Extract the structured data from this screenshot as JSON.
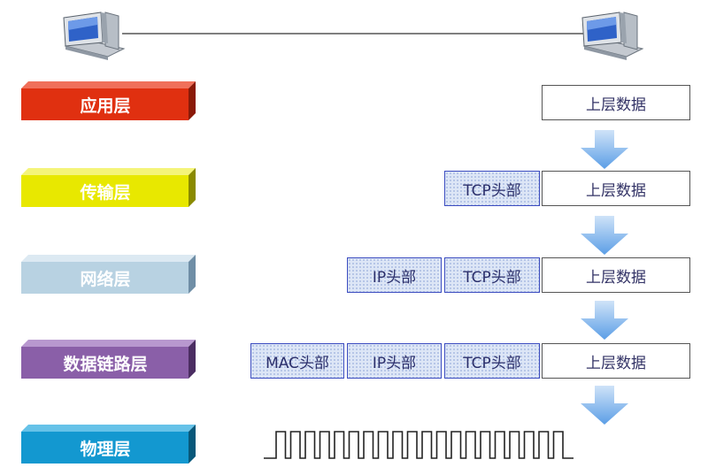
{
  "layers": {
    "application": "应用层",
    "transport": "传输层",
    "network": "网络层",
    "datalink": "数据链路层",
    "physical": "物理层"
  },
  "headers": {
    "tcp": "TCP头部",
    "ip": "IP头部",
    "mac": "MAC头部"
  },
  "upper_data": "上层数据",
  "colors": {
    "application": "#e03010",
    "transport": "#e8e800",
    "network": "#b8d2e2",
    "datalink": "#8a5fa8",
    "physical": "#1398d0"
  }
}
